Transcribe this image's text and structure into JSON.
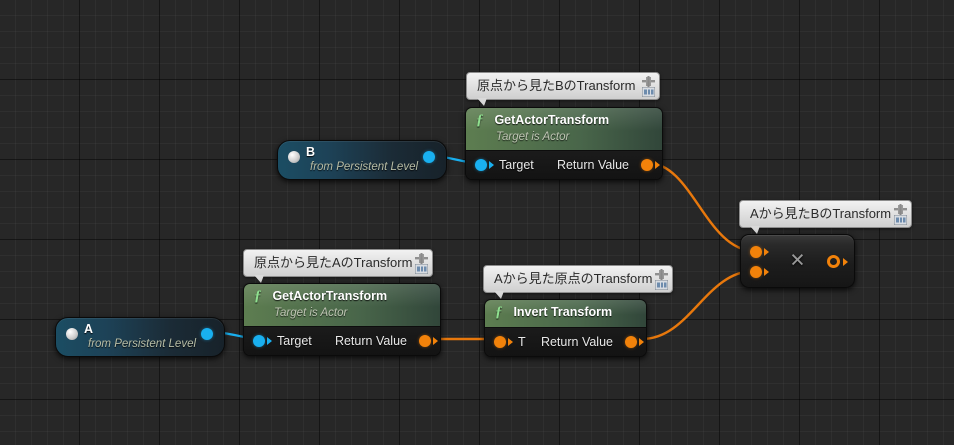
{
  "graph": {
    "app": "blueprint-graph",
    "background_color": "#272727",
    "grid_minor_color": "#2f2f2f",
    "grid_major_color": "#1a1a1a"
  },
  "colors": {
    "exec_blue": "#19b0f0",
    "struct_orange": "#f2820a",
    "function_header_green": "#5d7d50",
    "comment_bubble": "#e2e2e2"
  },
  "comments": [
    {
      "id": "c1",
      "text": "原点から見たBのTransform"
    },
    {
      "id": "c2",
      "text": "Aから見たBのTransform"
    },
    {
      "id": "c3",
      "text": "原点から見たAのTransform"
    },
    {
      "id": "c4",
      "text": "Aから見た原点のTransform"
    }
  ],
  "nodes": {
    "var_b": {
      "title": "B",
      "subtitle": "from Persistent Level",
      "output_pin": "b-output-pin"
    },
    "var_a": {
      "title": "A",
      "subtitle": "from Persistent Level",
      "output_pin": "a-output-pin"
    },
    "get_actor_transform_b": {
      "title": "GetActorTransform",
      "subtitle": "Target is Actor",
      "input_label": "Target",
      "output_label": "Return Value"
    },
    "get_actor_transform_a": {
      "title": "GetActorTransform",
      "subtitle": "Target is Actor",
      "input_label": "Target",
      "output_label": "Return Value"
    },
    "invert_transform": {
      "title": "Invert Transform",
      "input_label": "T",
      "output_label": "Return Value"
    },
    "multiply": {
      "symbol": "✕",
      "operation": "multiply"
    }
  },
  "icons": {
    "function_glyph": "ƒ",
    "pin_icon": "pushpin-icon",
    "widget_icon": "comment-widget-icon"
  }
}
